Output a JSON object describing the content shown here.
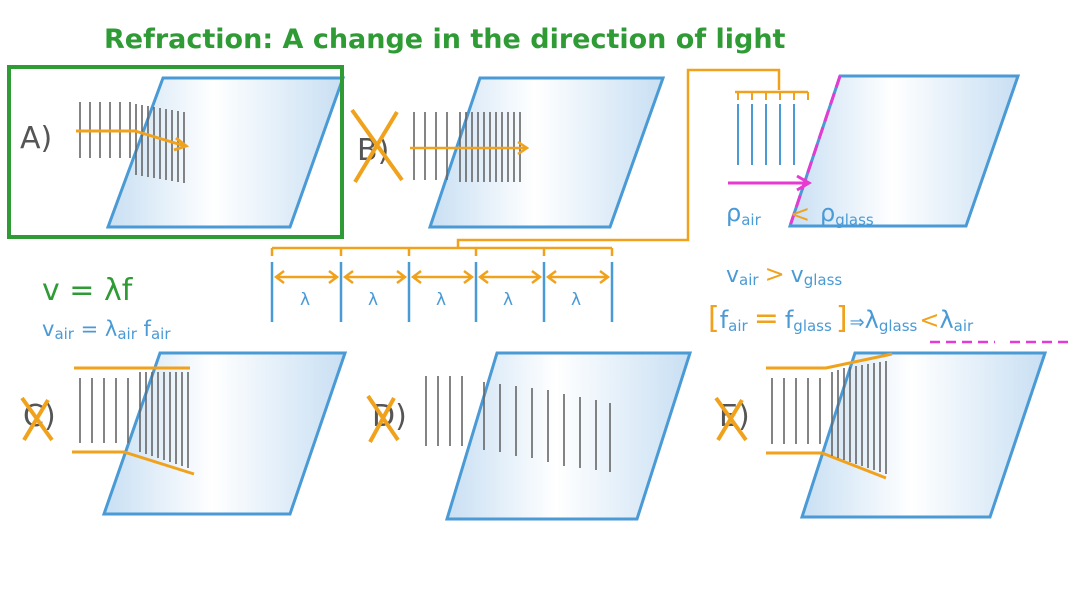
{
  "title": "Refraction: A change in the direction of light",
  "colors": {
    "green": "#2e9b35",
    "blue": "#4a9ad6",
    "orange": "#f0a21c",
    "magenta": "#e63ad2",
    "dark": "#555555",
    "glass_fill": "#dcebf8"
  },
  "panels": {
    "a": {
      "label": "A)",
      "selected": true,
      "crossed": false
    },
    "b": {
      "label": "B)",
      "selected": false,
      "crossed": true
    },
    "c": {
      "label": "C)",
      "selected": false,
      "crossed": true
    },
    "d": {
      "label": "D)",
      "selected": false,
      "crossed": true
    },
    "e": {
      "label": "E)",
      "selected": false,
      "crossed": true
    }
  },
  "wavelength_label": "λ",
  "equations": {
    "wave_equation": "v = λf",
    "air_equation_main": "v",
    "air_equation_sub": "air",
    "air_equation_mid": " = λ",
    "air_equation_sub2": "air",
    "air_equation_f": " f",
    "air_equation_sub3": "air"
  },
  "density": {
    "rho": "ρ",
    "air_sub": "air",
    "lt": "<",
    "glass_sub": "glass"
  },
  "speed": {
    "v": "v",
    "air_sub": "air",
    "gt": ">",
    "glass_sub": "glass"
  },
  "frequency": {
    "open": "[",
    "f": "f",
    "air_sub": "air",
    "eq": "=",
    "glass_sub": "glass",
    "close": "]",
    "implies": "⇒",
    "lambda": "λ",
    "lt": "<"
  }
}
